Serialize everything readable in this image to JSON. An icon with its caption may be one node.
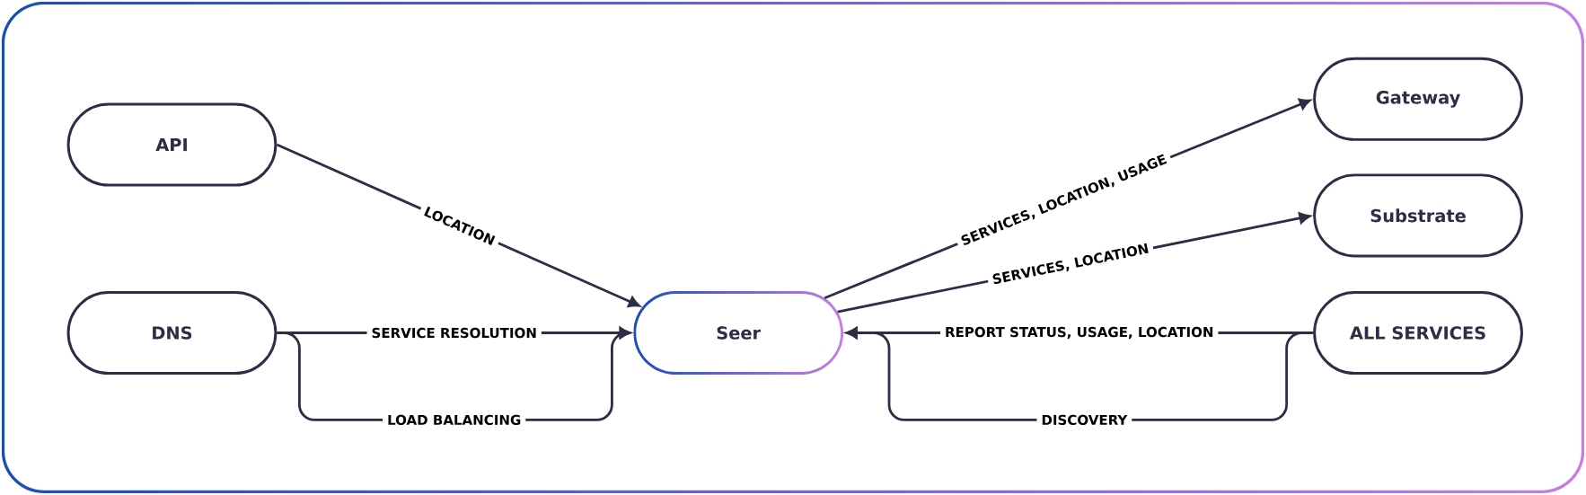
{
  "diagram": {
    "nodes": [
      {
        "text": [
          "API"
        ]
      },
      {
        "text": [
          "DNS"
        ]
      },
      {
        "text": [
          "Seer"
        ]
      },
      {
        "text": [
          "Gateway"
        ]
      },
      {
        "text": [
          "Substrate"
        ]
      },
      {
        "text": [
          "ALL SERVICES"
        ]
      }
    ],
    "edges": [
      {
        "from": 0,
        "to": 2,
        "arrow": "to",
        "label": "LOCATION"
      },
      {
        "from": 1,
        "to": 2,
        "arrow": "to",
        "label": "SERVICE RESOLUTION"
      },
      {
        "from": 1,
        "to": 2,
        "arrow": "to",
        "label": "LOAD BALANCING"
      },
      {
        "from": 2,
        "to": 3,
        "arrow": "to",
        "label": "SERVICES, LOCATION, USAGE"
      },
      {
        "from": 2,
        "to": 4,
        "arrow": "to",
        "label": "SERVICES, LOCATION"
      },
      {
        "from": 5,
        "to": 2,
        "arrow": "to",
        "label": "REPORT STATUS, USAGE, LOCATION"
      },
      {
        "from": 5,
        "to": 2,
        "arrow": "to",
        "label": "DISCOVERY"
      }
    ]
  }
}
